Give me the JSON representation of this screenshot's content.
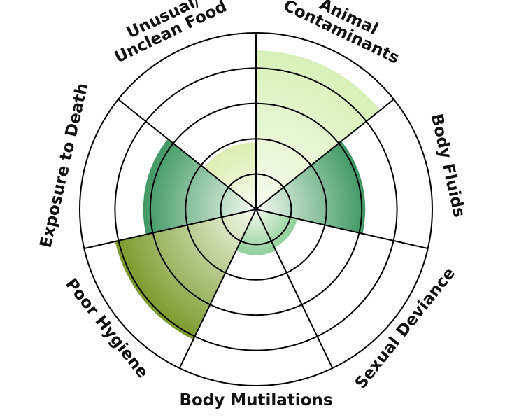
{
  "chart_data": {
    "type": "polar-area",
    "categories": [
      "Animal Contaminants",
      "Body Fluids",
      "Sexual Deviance",
      "Body Mutilations",
      "Poor Hygiene",
      "Exposure to Death",
      "Unusual/ Unclean Food"
    ],
    "label_lines": [
      [
        "Animal",
        "Contaminants"
      ],
      [
        "Body Fluids"
      ],
      [
        "Sexual Deviance"
      ],
      [
        "Body Mutilations"
      ],
      [
        "Poor Hygiene"
      ],
      [
        "Exposure to Death"
      ],
      [
        "Unusual/",
        "Unclean Food"
      ]
    ],
    "values": [
      4.5,
      3.1,
      1.2,
      1.3,
      4.1,
      3.2,
      1.9
    ],
    "rlim": [
      0,
      5
    ],
    "rings": [
      1,
      2,
      3,
      4,
      5
    ],
    "colors": [
      "#d8f1b8",
      "#3f9864",
      "#8fcf9a",
      "#8fcf9a",
      "#7a9a2c",
      "#3f9864",
      "#ddeeb2"
    ],
    "center_color": "#f6fbf0",
    "ring_color": "#000000",
    "grid": true
  }
}
